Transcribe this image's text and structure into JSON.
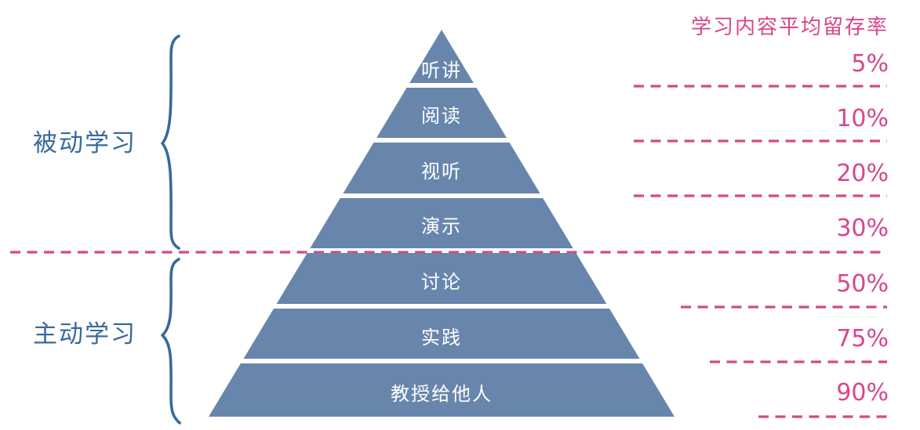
{
  "colors": {
    "pyramid": "#6886ab",
    "accent_blue": "#38699e",
    "accent_pink": "#d9458a"
  },
  "header": {
    "retention_title": "学习内容平均留存率"
  },
  "groups": {
    "passive": {
      "label": "被动学习"
    },
    "active": {
      "label": "主动学习"
    }
  },
  "levels": [
    {
      "label": "听讲",
      "retention": "5%"
    },
    {
      "label": "阅读",
      "retention": "10%"
    },
    {
      "label": "视听",
      "retention": "20%"
    },
    {
      "label": "演示",
      "retention": "30%"
    },
    {
      "label": "讨论",
      "retention": "50%"
    },
    {
      "label": "实践",
      "retention": "75%"
    },
    {
      "label": "教授给他人",
      "retention": "90%"
    }
  ],
  "chart_data": {
    "type": "pyramid",
    "title": "学习内容平均留存率",
    "categories": [
      "听讲",
      "阅读",
      "视听",
      "演示",
      "讨论",
      "实践",
      "教授给他人"
    ],
    "values": [
      5,
      10,
      20,
      30,
      50,
      75,
      90
    ],
    "unit": "%",
    "groups": [
      {
        "name": "被动学习",
        "members": [
          "听讲",
          "阅读",
          "视听",
          "演示"
        ]
      },
      {
        "name": "主动学习",
        "members": [
          "讨论",
          "实践",
          "教授给他人"
        ]
      }
    ],
    "layout_hints": {
      "orientation": "apex-top",
      "value_labels_position": "right",
      "divider": "dashed line between 演示(30%) and 讨论(50%)"
    }
  }
}
